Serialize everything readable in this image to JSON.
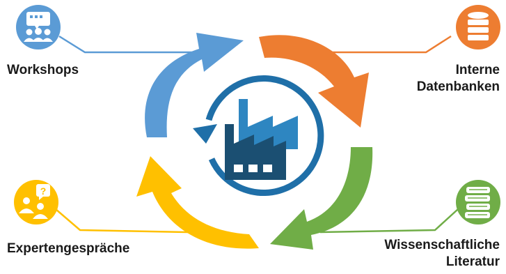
{
  "nodes": {
    "workshops": {
      "label": "Workshops",
      "icon": "workshop-presentation-icon",
      "color": "#5b9bd5"
    },
    "datenbanken": {
      "label_line1": "Interne",
      "label_line2": "Datenbanken",
      "icon": "database-icon",
      "color": "#ed7d31"
    },
    "literatur": {
      "label_line1": "Wissenschaftliche",
      "label_line2": "Literatur",
      "icon": "books-icon",
      "color": "#70ad47"
    },
    "expert": {
      "label": "Expertengespräche",
      "icon": "expert-conversation-icon",
      "color": "#ffc000"
    }
  },
  "center": {
    "icon": "factory-icon",
    "ring_color": "#1f6fa8"
  }
}
